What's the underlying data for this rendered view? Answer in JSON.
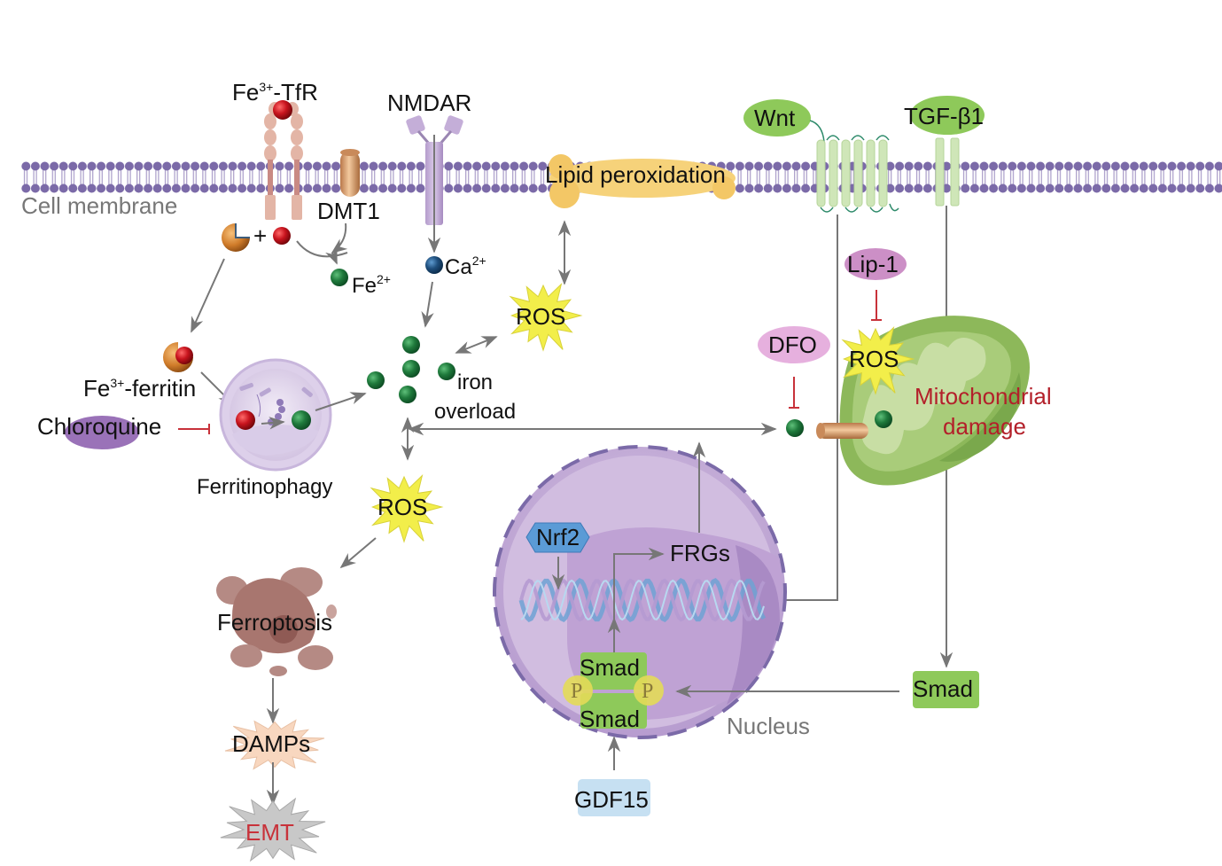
{
  "title": "Ferroptosis signaling pathway diagram",
  "colors": {
    "membrane": "#7b6aa8",
    "iron_fe2": "#1f7a3c",
    "iron_fe3": "#c8141e",
    "calcium": "#1f4f7d",
    "ros_star": "#f2ee4a",
    "nucleus": "#c9b3d9",
    "mitochondrion": "#8db85a",
    "receptor_green": "#cfe6b8",
    "inhibition": "#c8323a",
    "arrow": "#777777",
    "emt_text": "#c8323a",
    "mito_text": "#b3202a"
  },
  "labels": {
    "cell_membrane": "Cell membrane",
    "fe3_tfr_base": "Fe",
    "fe3_tfr_sup": "3+",
    "fe3_tfr_rest": "-TfR",
    "dmt1": "DMT1",
    "nmdar": "NMDAR",
    "lipid_peroxidation": "Lipid peroxidation",
    "wnt": "Wnt",
    "tgf_b1": "TGF-β1",
    "plus": "+",
    "fe2_base": "Fe",
    "fe2_sup": "2+",
    "ca2_base": "Ca",
    "ca2_sup": "2+",
    "ros_top": "ROS",
    "ros_mid": "ROS",
    "ros_mito": "ROS",
    "lip1": "Lip-1",
    "dfo": "DFO",
    "fe3_ferritin_base": "Fe",
    "fe3_ferritin_sup": "3+",
    "fe3_ferritin_rest": "-ferritin",
    "chloroquine": "Chloroquine",
    "ferritinophagy": "Ferritinophagy",
    "iron_line1": "iron",
    "iron_line2": "overload",
    "mito_line1": "Mitochondrial",
    "mito_line2": "damage",
    "nrf2": "Nrf2",
    "frgs": "FRGs",
    "smad_top": "Smad",
    "smad_bottom": "Smad",
    "phospho_left": "P",
    "phospho_right": "P",
    "smad_right": "Smad",
    "nucleus": "Nucleus",
    "gdf15": "GDF15",
    "ferroptosis": "Ferroptosis",
    "damps": "DAMPs",
    "emt": "EMT"
  }
}
